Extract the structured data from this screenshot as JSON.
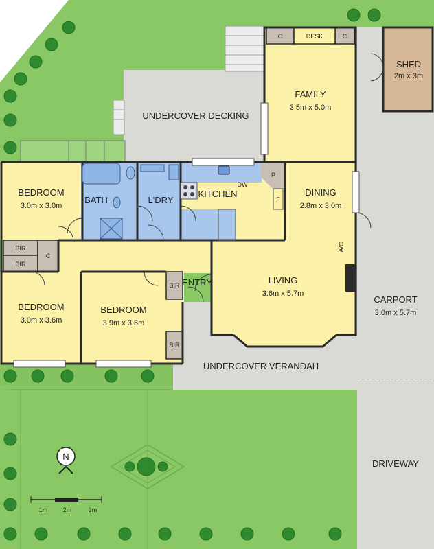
{
  "colors": {
    "grass": "#8ac865",
    "grass_dark": "#79b956",
    "room": "#fbf1a9",
    "wet": "#a9c7ec",
    "hard": "#d9d9d6",
    "shed": "#d4b898",
    "built_in": "#c8bfb4",
    "wall": "#2b2b2b",
    "tree": "#2f8a2f"
  },
  "rooms": {
    "family": {
      "name": "FAMILY",
      "size": "3.5m x 5.0m"
    },
    "dining": {
      "name": "DINING",
      "size": "2.8m x 3.0m"
    },
    "living": {
      "name": "LIVING",
      "size": "3.6m x 5.7m"
    },
    "bedroom1": {
      "name": "BEDROOM",
      "size": "3.0m x 3.0m"
    },
    "bedroom2": {
      "name": "BEDROOM",
      "size": "3.0m x 3.6m"
    },
    "bedroom3": {
      "name": "BEDROOM",
      "size": "3.9m x 3.6m"
    },
    "kitchen": {
      "name": "KITCHEN"
    },
    "bath": {
      "name": "BATH"
    },
    "laundry": {
      "name": "L'DRY"
    },
    "entry": {
      "name": "ENTRY"
    },
    "carport": {
      "name": "CARPORT",
      "size": "3.0m x 5.7m"
    },
    "shed": {
      "name": "SHED",
      "size": "2m x 3m"
    },
    "decking": {
      "name": "UNDERCOVER DECKING"
    },
    "verandah": {
      "name": "UNDERCOVER VERANDAH"
    },
    "driveway": {
      "name": "DRIVEWAY"
    }
  },
  "fixtures": {
    "desk": "DESK",
    "cupboard": "C",
    "bir": "BIR",
    "pantry": "P",
    "fridge": "F",
    "dishwasher": "DW",
    "ac": "A/C",
    "heater": "H"
  },
  "compass": "N",
  "scale": [
    "1m",
    "2m",
    "3m"
  ]
}
